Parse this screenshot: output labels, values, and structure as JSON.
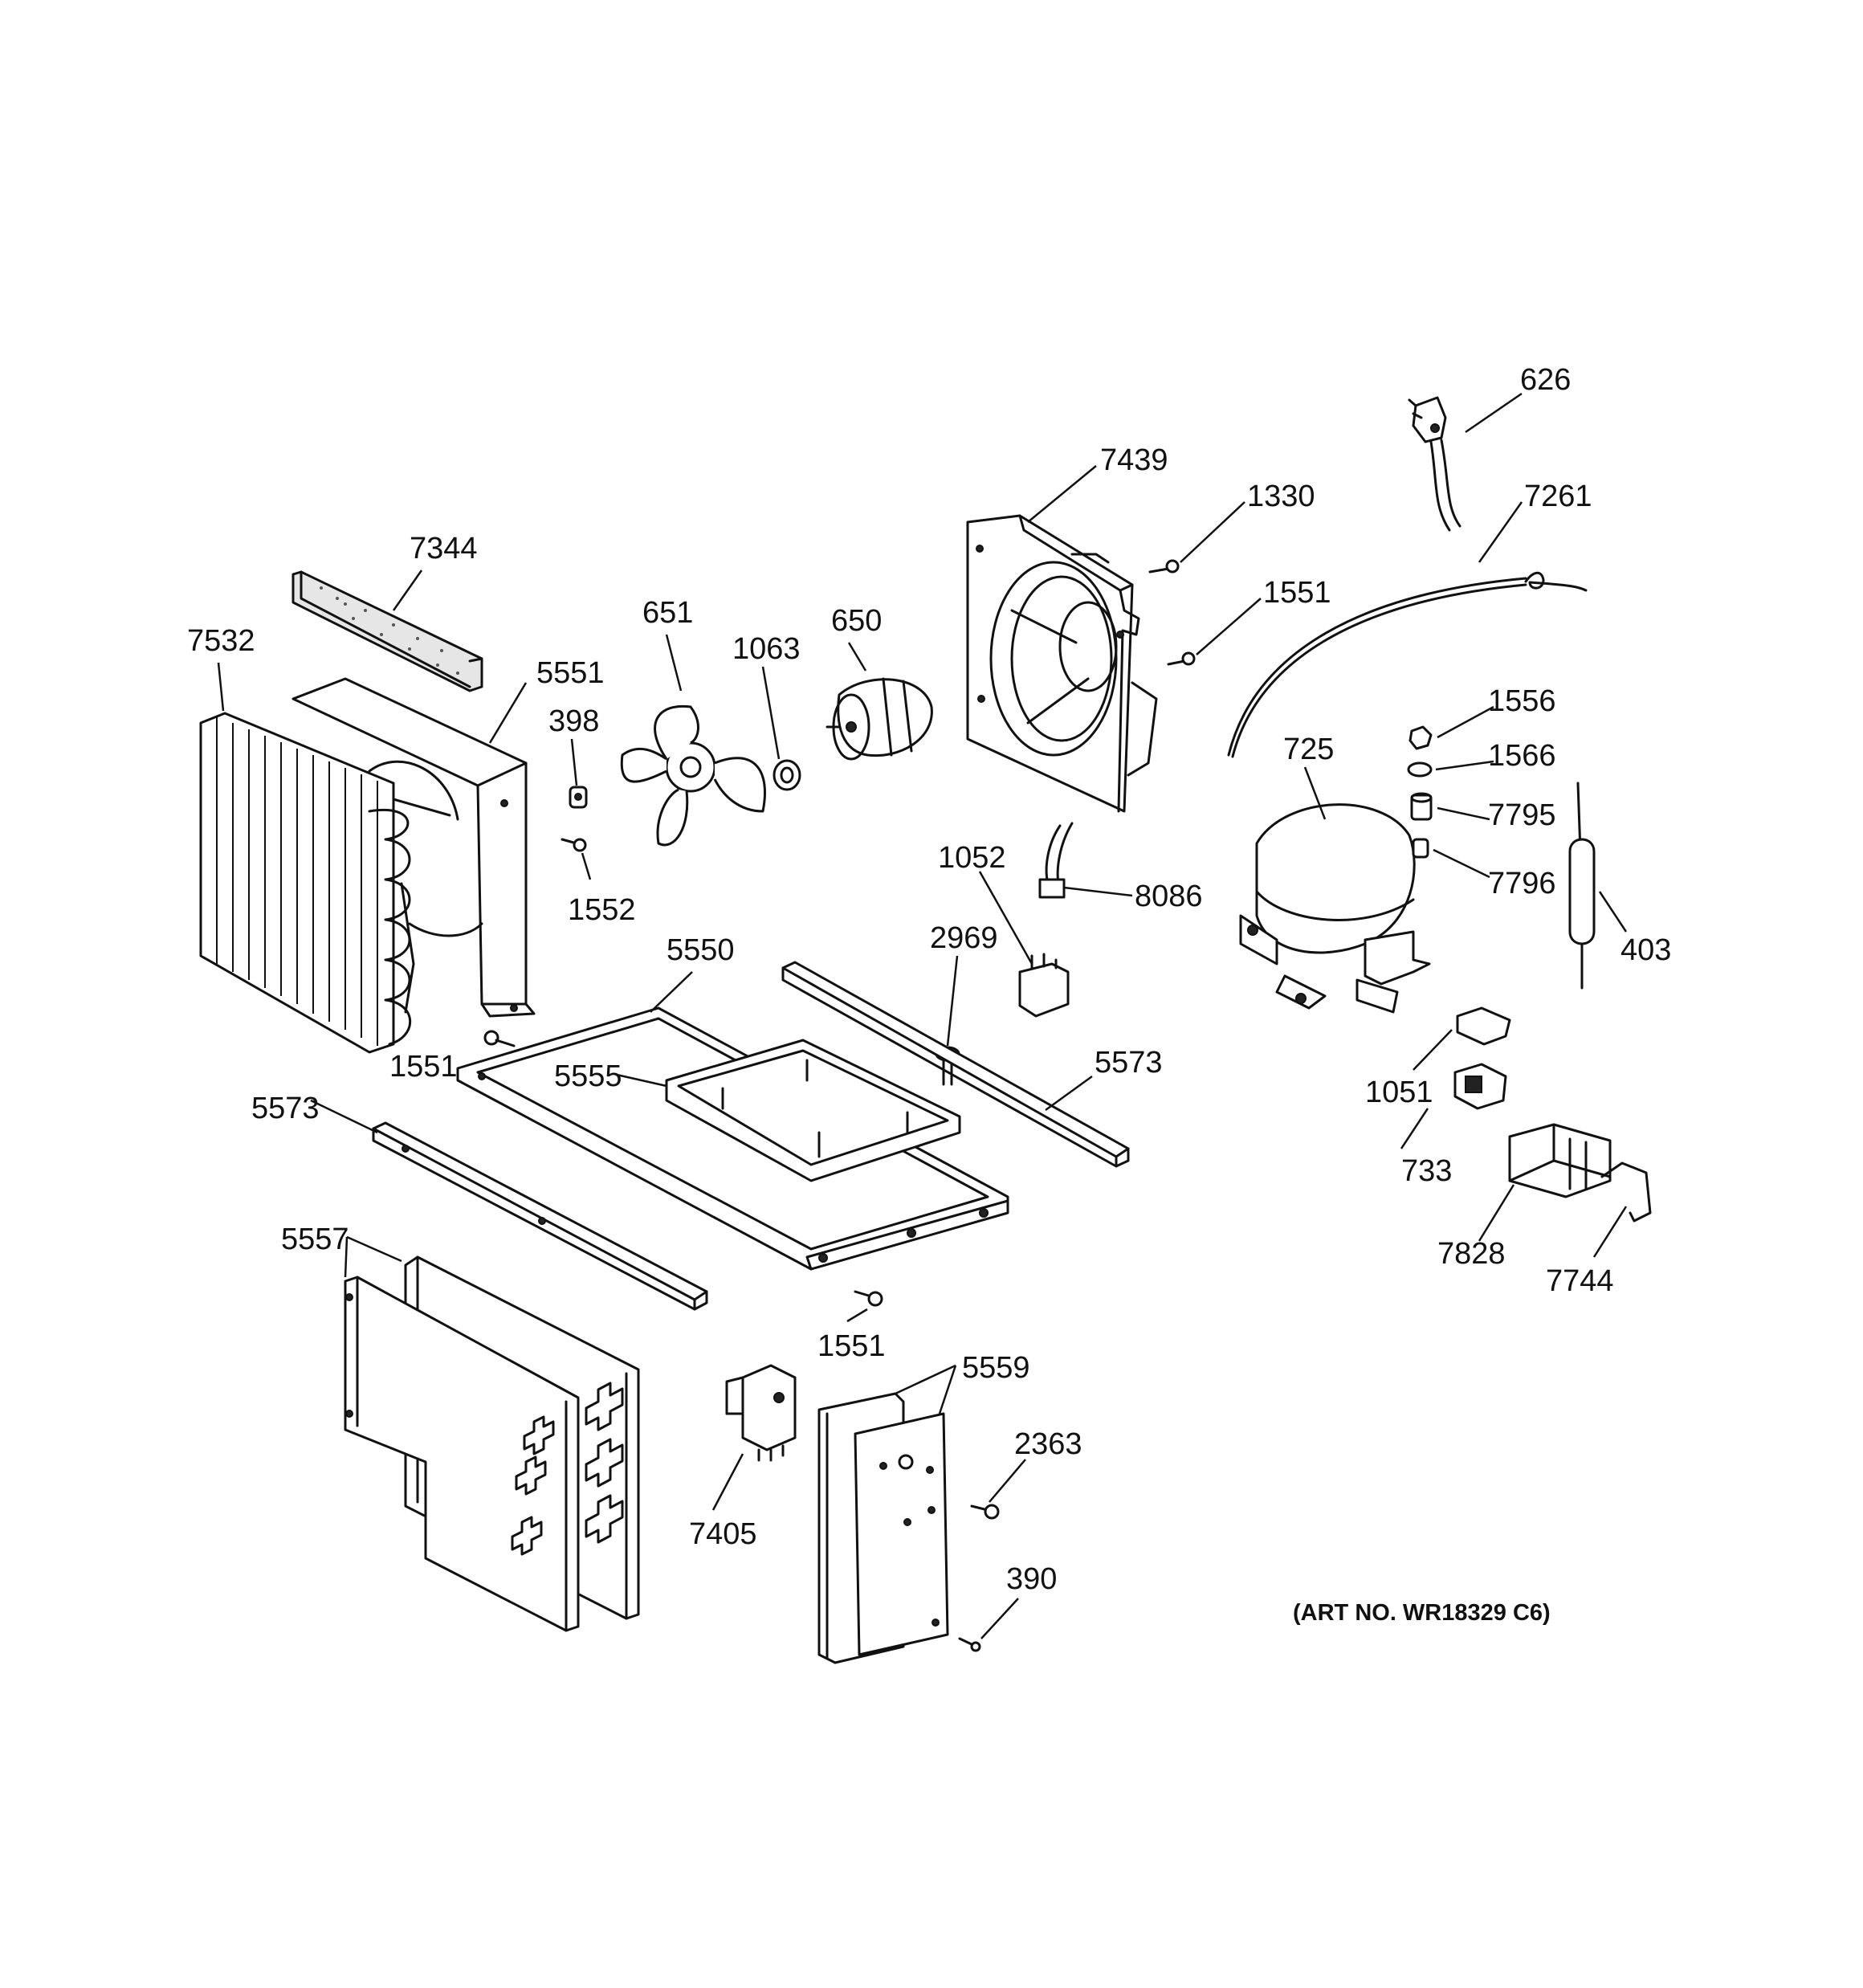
{
  "art_number": "(ART NO. WR18329 C6)",
  "parts": [
    {
      "id": "p626",
      "label": "626"
    },
    {
      "id": "p7439",
      "label": "7439"
    },
    {
      "id": "p1330",
      "label": "1330"
    },
    {
      "id": "p7261",
      "label": "7261"
    },
    {
      "id": "p7344",
      "label": "7344"
    },
    {
      "id": "p1551a",
      "label": "1551"
    },
    {
      "id": "p651",
      "label": "651"
    },
    {
      "id": "p650",
      "label": "650"
    },
    {
      "id": "p1063",
      "label": "1063"
    },
    {
      "id": "p7532",
      "label": "7532"
    },
    {
      "id": "p5551",
      "label": "5551"
    },
    {
      "id": "p398",
      "label": "398"
    },
    {
      "id": "p1556",
      "label": "1556"
    },
    {
      "id": "p1566",
      "label": "1566"
    },
    {
      "id": "p725",
      "label": "725"
    },
    {
      "id": "p7795",
      "label": "7795"
    },
    {
      "id": "p1052",
      "label": "1052"
    },
    {
      "id": "p8086",
      "label": "8086"
    },
    {
      "id": "p7796",
      "label": "7796"
    },
    {
      "id": "p1552",
      "label": "1552"
    },
    {
      "id": "p403",
      "label": "403"
    },
    {
      "id": "p5550",
      "label": "5550"
    },
    {
      "id": "p2969",
      "label": "2969"
    },
    {
      "id": "p1551b",
      "label": "1551"
    },
    {
      "id": "p5573a",
      "label": "5573"
    },
    {
      "id": "p5555",
      "label": "5555"
    },
    {
      "id": "p1051",
      "label": "1051"
    },
    {
      "id": "p5573b",
      "label": "5573"
    },
    {
      "id": "p733",
      "label": "733"
    },
    {
      "id": "p5557",
      "label": "5557"
    },
    {
      "id": "p7828",
      "label": "7828"
    },
    {
      "id": "p7744",
      "label": "7744"
    },
    {
      "id": "p1551c",
      "label": "1551"
    },
    {
      "id": "p5559",
      "label": "5559"
    },
    {
      "id": "p2363",
      "label": "2363"
    },
    {
      "id": "p7405",
      "label": "7405"
    },
    {
      "id": "p390",
      "label": "390"
    }
  ]
}
